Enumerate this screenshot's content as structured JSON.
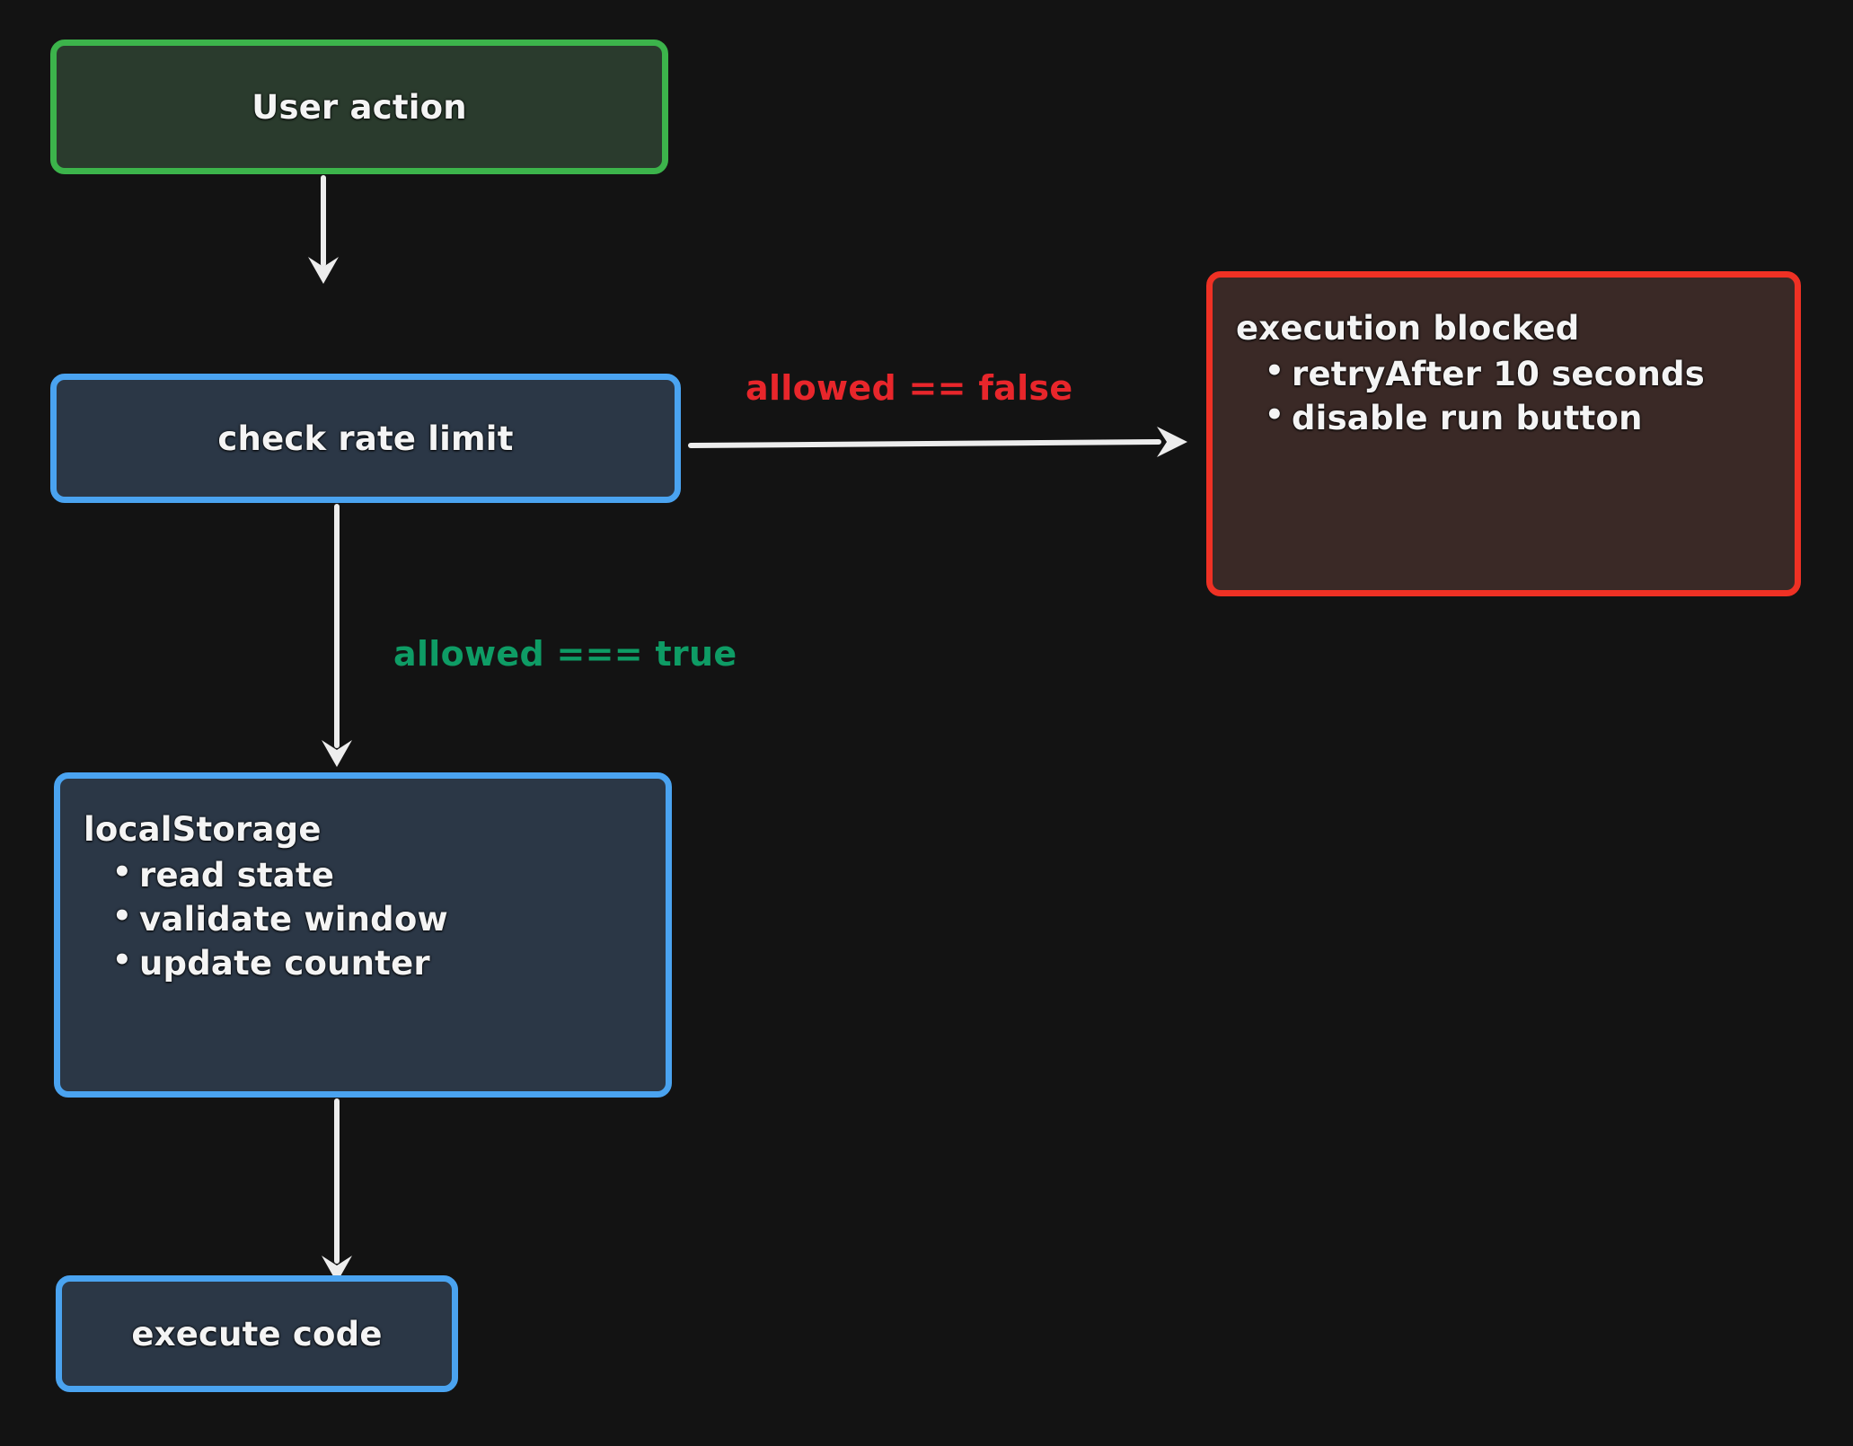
{
  "diagram": {
    "type": "flowchart",
    "direction": "top-down",
    "background_color": "#131313",
    "nodes": [
      {
        "id": "user-action",
        "label": "User action",
        "shape": "rounded-rectangle",
        "border_color": "#3cb44b",
        "fill_color": "#2a3b2d",
        "text_color": "#f4f4f4"
      },
      {
        "id": "check-rate-limit",
        "label": "check rate limit",
        "shape": "rounded-rectangle",
        "border_color": "#4aa3f0",
        "fill_color": "#2b3746",
        "text_color": "#f4f4f4"
      },
      {
        "id": "execution-blocked",
        "heading": "execution blocked",
        "bullets": [
          "retryAfter 10 seconds",
          "disable run button"
        ],
        "shape": "rounded-rectangle",
        "border_color": "#ef3124",
        "fill_color": "#3a2926",
        "text_color": "#f4f4f4"
      },
      {
        "id": "local-storage",
        "heading": "localStorage",
        "bullets": [
          "read state",
          "validate window",
          "update counter"
        ],
        "shape": "rounded-rectangle",
        "border_color": "#4aa3f0",
        "fill_color": "#2b3746",
        "text_color": "#f4f4f4"
      },
      {
        "id": "execute-code",
        "label": "execute code",
        "shape": "rounded-rectangle",
        "border_color": "#4aa3f0",
        "fill_color": "#2b3746",
        "text_color": "#f4f4f4"
      }
    ],
    "edges": [
      {
        "id": "user-to-check",
        "from": "user-action",
        "to": "check-rate-limit",
        "label": "",
        "color": "#ededed",
        "direction": "down"
      },
      {
        "id": "check-to-blocked",
        "from": "check-rate-limit",
        "to": "execution-blocked",
        "label": "allowed == false",
        "label_color": "#e8262b",
        "color": "#ededed",
        "direction": "right"
      },
      {
        "id": "check-to-localstorage",
        "from": "check-rate-limit",
        "to": "local-storage",
        "label": "allowed === true",
        "label_color": "#0e9c65",
        "color": "#ededed",
        "direction": "down"
      },
      {
        "id": "localstorage-to-execute",
        "from": "local-storage",
        "to": "execute-code",
        "label": "",
        "color": "#ededed",
        "direction": "down"
      }
    ]
  }
}
